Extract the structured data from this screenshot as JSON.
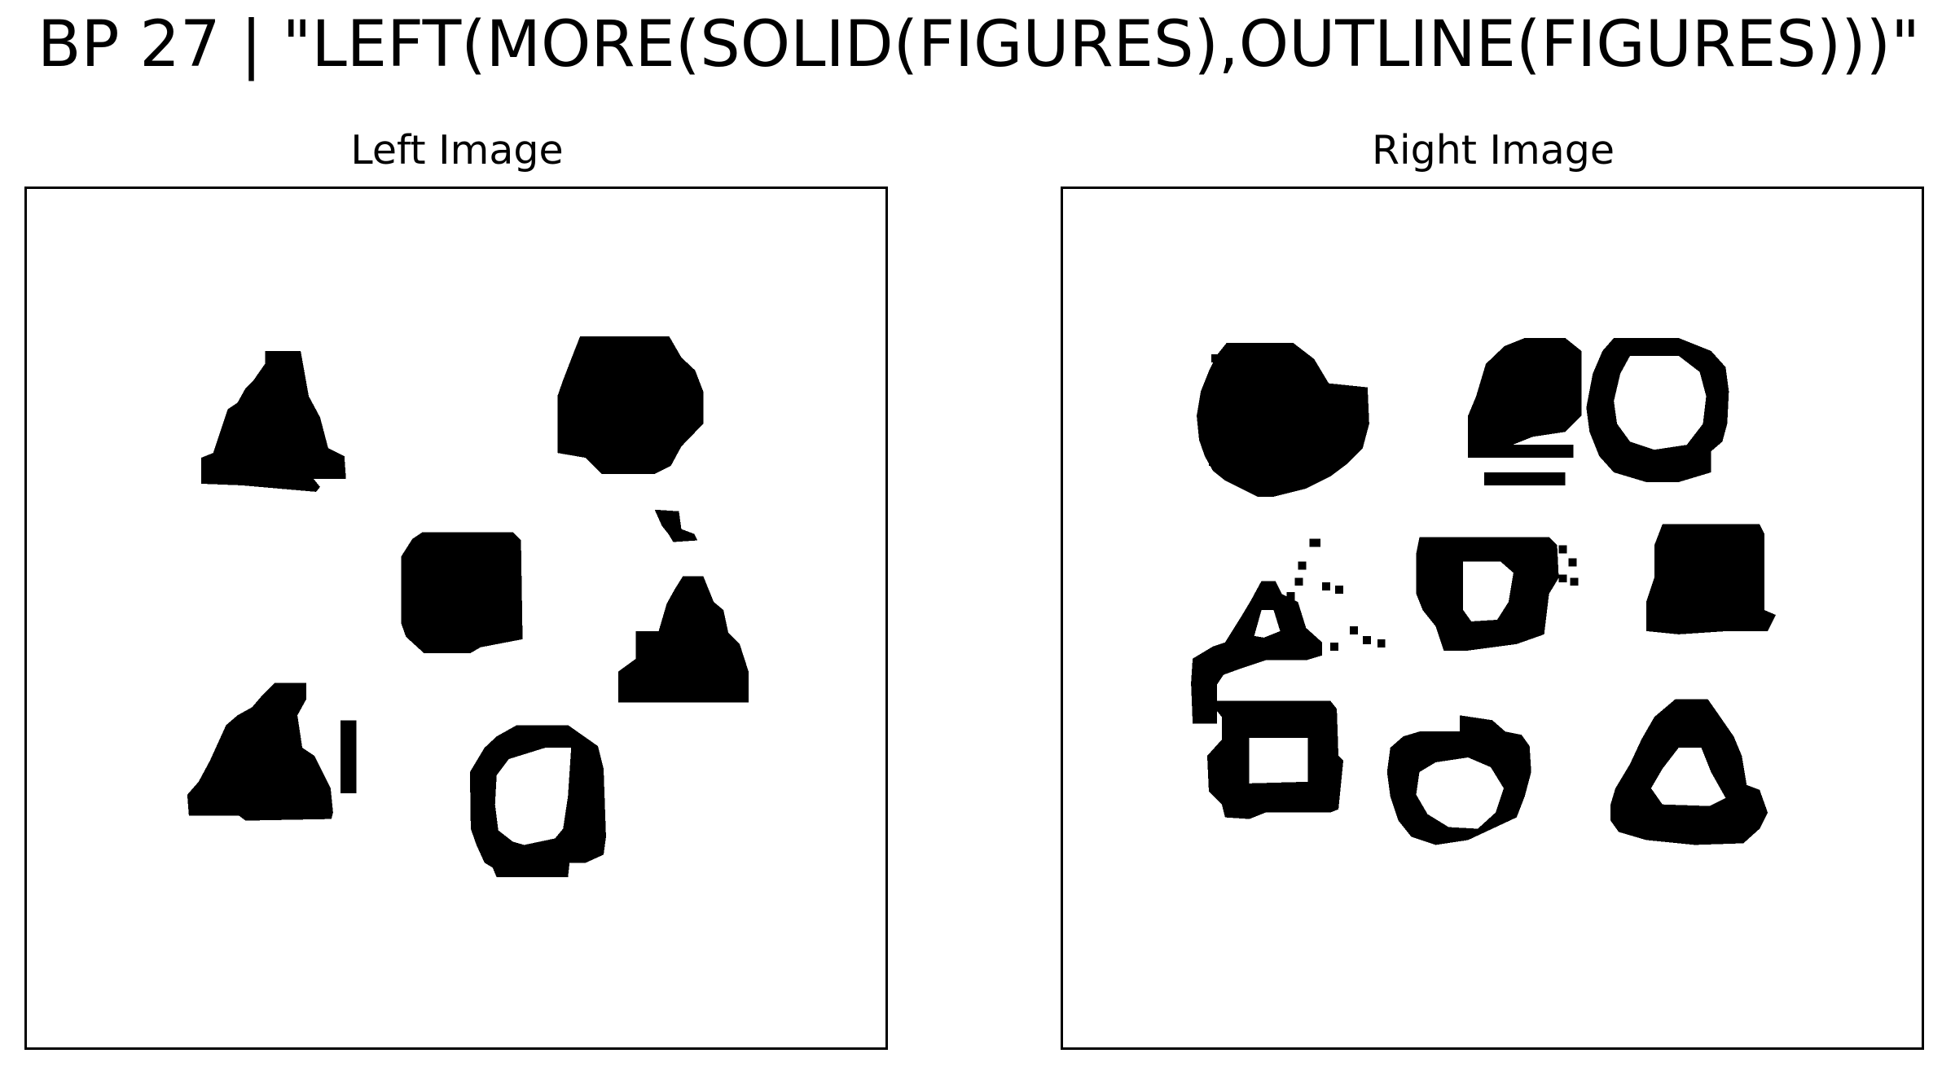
{
  "title": "BP 27 | \"LEFT(MORE(SOLID(FIGURES),OUTLINE(FIGURES)))\"",
  "panels": {
    "left": {
      "title": "Left Image",
      "shapes": [
        {
          "name": "solid-triangle-1",
          "kind": "triangle",
          "fill": "solid"
        },
        {
          "name": "solid-circle-1",
          "kind": "circle",
          "fill": "solid"
        },
        {
          "name": "noise-fragment-1",
          "kind": "fragment",
          "fill": "solid"
        },
        {
          "name": "solid-square-1",
          "kind": "square",
          "fill": "solid"
        },
        {
          "name": "solid-triangle-2",
          "kind": "triangle",
          "fill": "solid"
        },
        {
          "name": "solid-triangle-3",
          "kind": "triangle",
          "fill": "solid"
        },
        {
          "name": "noise-bar-1",
          "kind": "bar",
          "fill": "solid"
        },
        {
          "name": "outline-circle-1",
          "kind": "circle",
          "fill": "outline"
        }
      ]
    },
    "right": {
      "title": "Right Image",
      "shapes": [
        {
          "name": "solid-circle-1",
          "kind": "circle",
          "fill": "solid"
        },
        {
          "name": "solid-blob-1",
          "kind": "blob",
          "fill": "solid"
        },
        {
          "name": "outline-circle-1",
          "kind": "circle",
          "fill": "outline"
        },
        {
          "name": "outline-triangle-1",
          "kind": "triangle",
          "fill": "outline"
        },
        {
          "name": "outline-square-1",
          "kind": "square",
          "fill": "outline"
        },
        {
          "name": "solid-square-1",
          "kind": "square",
          "fill": "solid"
        },
        {
          "name": "outline-square-2",
          "kind": "square",
          "fill": "outline"
        },
        {
          "name": "outline-circle-2",
          "kind": "circle",
          "fill": "outline"
        },
        {
          "name": "outline-triangle-2",
          "kind": "triangle",
          "fill": "outline"
        }
      ]
    }
  }
}
